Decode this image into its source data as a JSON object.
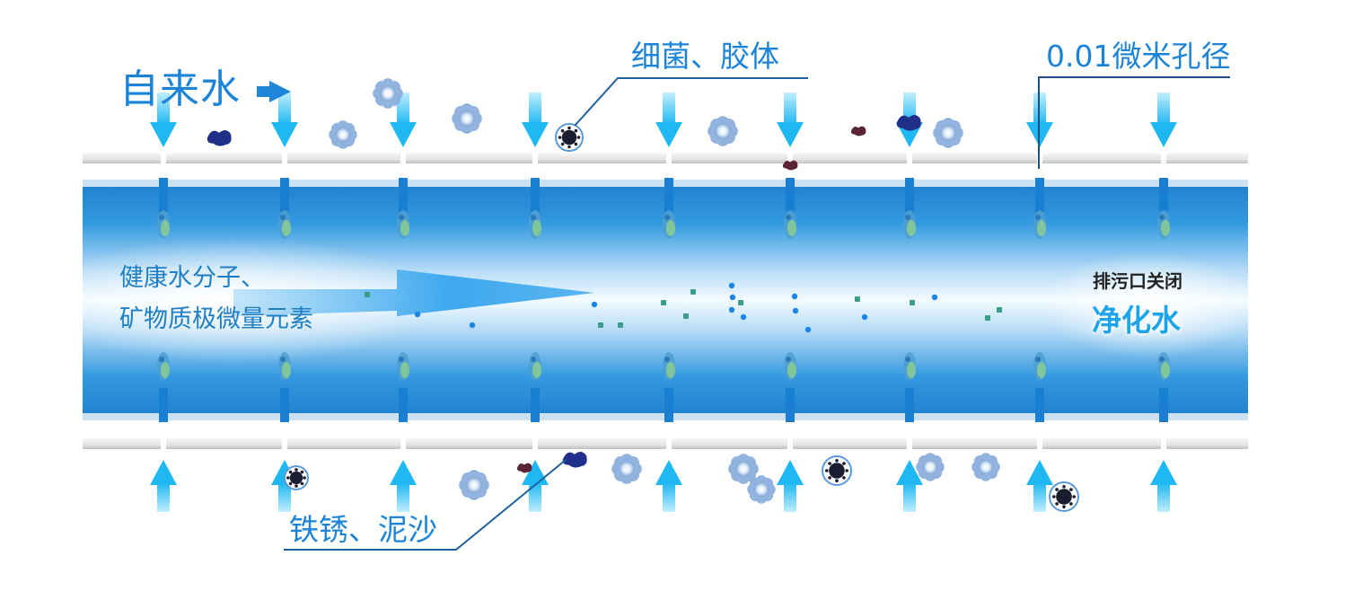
{
  "diagram": {
    "title": "Membrane filtration diagram",
    "labels": {
      "tap_water": "自来水",
      "bacteria_colloids": "细菌、胶体",
      "pore_size": "0.01微米孔径",
      "healthy_water_line1": "健康水分子、",
      "healthy_water_line2": "矿物质极微量元素",
      "drain_closed": "排污口关闭",
      "purified_water": "净化水",
      "rust_sediment": "铁锈、泥沙"
    },
    "icons": {
      "inflow_arrow": "arrow-right-icon",
      "water_arrow_down": "arrow-down-icon",
      "water_arrow_up": "arrow-up-icon",
      "bacteria": "bacteria-icon",
      "colloid": "colloid-icon",
      "rust_particle": "rust-particle-icon",
      "mineral": "mineral-icon",
      "flow_arrow": "flow-arrow-icon"
    },
    "colors": {
      "text_blue": "#1b84d8",
      "arrow_cyan": "#29c3f5",
      "pipe_blue": "#2a8fd6",
      "pipe_light": "#e9f6ff",
      "rust_dark_blue": "#1f2f8a",
      "rust_maroon": "#5a2438",
      "colloid_blue": "#8fb3dd",
      "mineral_teal": "#3a9c8a",
      "mineral_dot": "#1a86e6"
    }
  }
}
